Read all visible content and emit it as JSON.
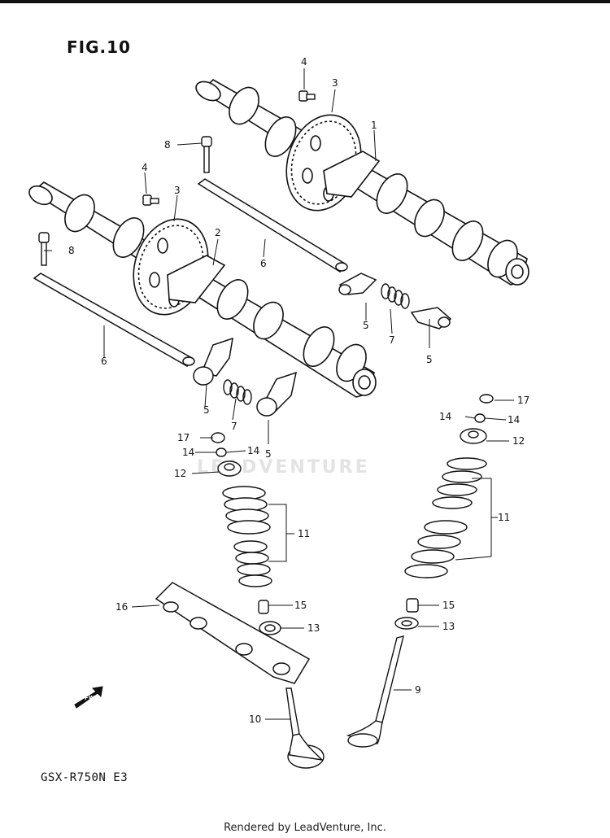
{
  "figure": {
    "title": "FIG.10",
    "model": "GSX-R750N E3",
    "footer": "Rendered by LeadVenture, Inc.",
    "watermark": "LEADVENTURE",
    "fwd_label": "FWD"
  },
  "callouts": [
    "1",
    "2",
    "3",
    "3",
    "4",
    "4",
    "5",
    "5",
    "5",
    "5",
    "6",
    "6",
    "7",
    "7",
    "8",
    "8",
    "9",
    "10",
    "11",
    "11",
    "12",
    "12",
    "13",
    "13",
    "14",
    "14",
    "14",
    "14",
    "15",
    "15",
    "16",
    "17",
    "17"
  ]
}
